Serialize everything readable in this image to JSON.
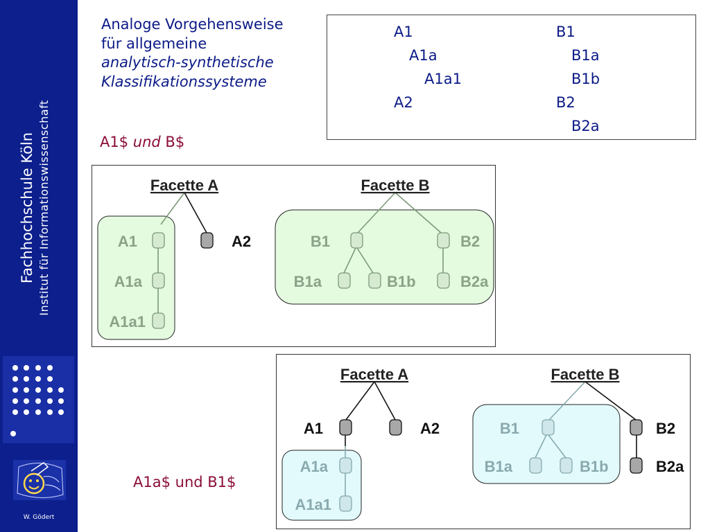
{
  "sidebar": {
    "institution": "Fachhochschule Köln",
    "subtitle": "Institut für Informationswissenschaft",
    "author": "W. Gödert"
  },
  "heading": {
    "line1": "Analoge Vorgehensweise",
    "line2": "für allgemeine",
    "line3": "analytisch-synthetische",
    "line4": "Klassifikationssysteme"
  },
  "notation": {
    "col_a": [
      "A1",
      "A1a",
      "A1a1",
      "A2"
    ],
    "col_b": [
      "B1",
      "B1a",
      "B1b",
      "B2",
      "B2a"
    ]
  },
  "label1": {
    "part1": "A1$",
    "part2": "und",
    "part3": "B$"
  },
  "label2": {
    "text": "A1a$ und B1$"
  },
  "diagram1": {
    "facet_a": "Facette A",
    "facet_b": "Facette B",
    "nodes": {
      "A1": "A1",
      "A1a": "A1a",
      "A1a1": "A1a1",
      "A2": "A2",
      "B1": "B1",
      "B1a": "B1a",
      "B1b": "B1b",
      "B2": "B2",
      "B2a": "B2a"
    }
  },
  "diagram2": {
    "facet_a": "Facette A",
    "facet_b": "Facette B",
    "nodes": {
      "A1": "A1",
      "A1a": "A1a",
      "A1a1": "A1a1",
      "A2": "A2",
      "B1": "B1",
      "B1a": "B1a",
      "B1b": "B1b",
      "B2": "B2",
      "B2a": "B2a"
    }
  },
  "colors": {
    "sidebar": "#0c1f8c",
    "heading_text": "#0b1a87",
    "label_text": "#8b0d3a",
    "green_region": "#e4fbe0",
    "cyan_region": "#e2fafc"
  }
}
